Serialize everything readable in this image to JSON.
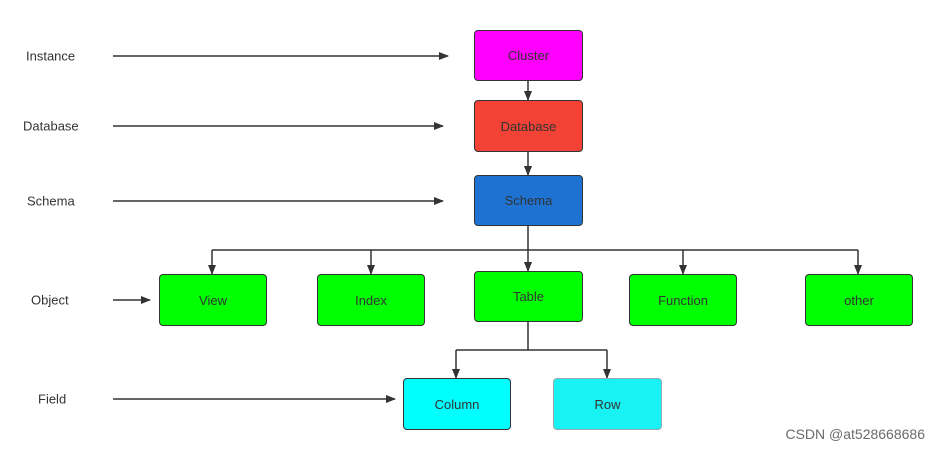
{
  "levels": {
    "instance": "Instance",
    "database": "Database",
    "schema": "Schema",
    "object": "Object",
    "field": "Field"
  },
  "nodes": {
    "cluster": "Cluster",
    "database": "Database",
    "schema": "Schema",
    "view": "View",
    "index": "Index",
    "table": "Table",
    "function": "Function",
    "other": "other",
    "column": "Column",
    "row": "Row"
  },
  "colors": {
    "cluster": "#ff00ff",
    "database": "#f44336",
    "schema": "#1e73d2",
    "object": "#00ff00",
    "column": "#00ffff",
    "row": "#19f2f2",
    "stroke": "#333333"
  },
  "watermark": "CSDN @at528668686"
}
